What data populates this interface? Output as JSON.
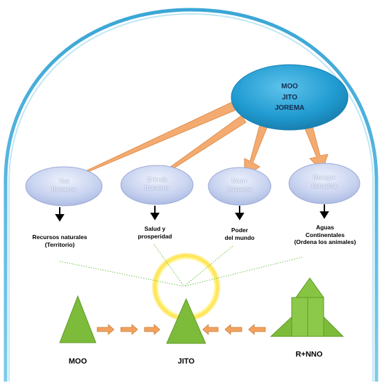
{
  "top_node": {
    "text": "MOO\nJITO\nJOREMA"
  },
  "branches": [
    {
      "oval": "Yua\nBuinaima",
      "caption": "Recursos naturales\n(Territorio)"
    },
    {
      "oval": "Z+k+da\nBuinaima",
      "caption": "Salud y\nprosperidad"
    },
    {
      "oval": "Noin+\nBuinaima",
      "caption": "Poder\ndel mundo"
    },
    {
      "oval": "Menigu+\nBuinaima",
      "caption": "Aguas\nContinentales\n(Ordena los animales)"
    }
  ],
  "bottom": {
    "left": "MOO",
    "center": "JITO",
    "right": "R+NNO"
  },
  "colors": {
    "frame": "#4fb0d8",
    "top_oval": "#1f9ad0",
    "small_oval": "#c9d4f0",
    "branch_arrow": "#f0a060",
    "shape_green": "#7fbf3b",
    "sun_glow": "#ffe85a"
  }
}
